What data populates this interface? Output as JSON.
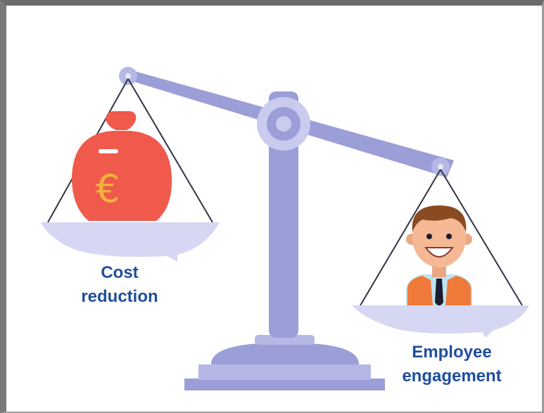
{
  "left_pan": {
    "label_line1": "Cost",
    "label_line2": "reduction",
    "symbol": "€"
  },
  "right_pan": {
    "label_line1": "Employee",
    "label_line2": "engagement"
  },
  "icons": {
    "left": "piggy-bank-icon",
    "right": "employee-avatar-icon"
  },
  "colors": {
    "scale": "#9c9ed8",
    "scale_light": "#cfd0f0",
    "pan": "#d6d7f2",
    "piggy_bank": "#ef5a4c",
    "euro_symbol": "#f2b33a",
    "label_text": "#1f4e9c",
    "vest": "#f07a3a",
    "shirt": "#bfe3f0"
  }
}
